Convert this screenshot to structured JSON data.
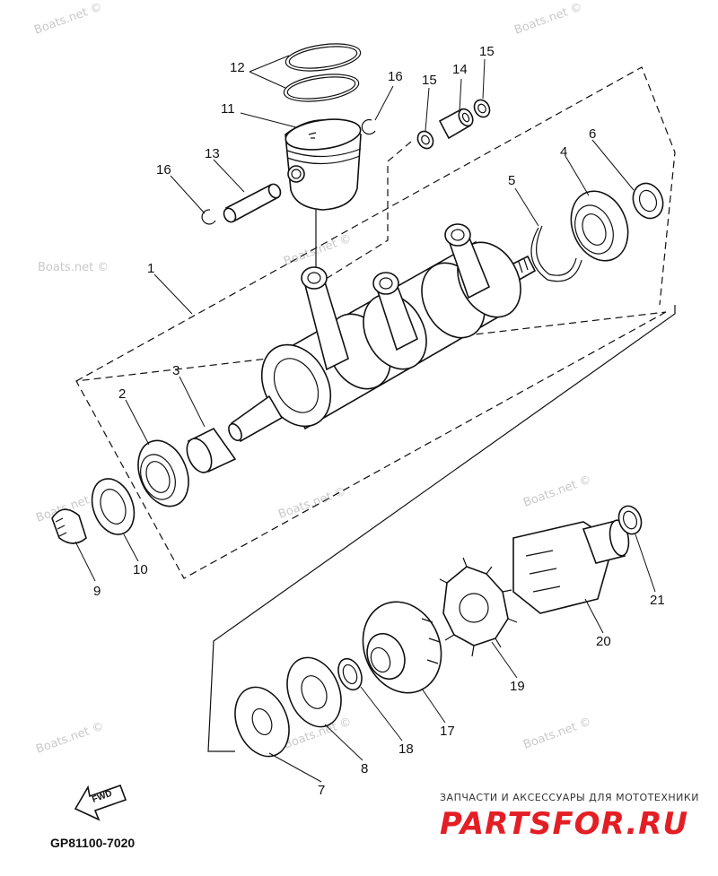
{
  "watermark_text": "Boats.net ©",
  "callouts": {
    "p1": "1",
    "p2": "2",
    "p3": "3",
    "p4": "4",
    "p5": "5",
    "p6": "6",
    "p7": "7",
    "p8": "8",
    "p9": "9",
    "p10": "10",
    "p11": "11",
    "p12": "12",
    "p13": "13",
    "p14": "14",
    "p15a": "15",
    "p15b": "15",
    "p16a": "16",
    "p16b": "16",
    "p17": "17",
    "p18": "18",
    "p19": "19",
    "p20": "20",
    "p21": "21"
  },
  "fwd_label": "FWD",
  "diagram_code": "GP81100-7020",
  "branding": {
    "tagline": "ЗАПЧАСТИ И АКСЕССУАРЫ ДЛЯ МОТОТЕХНИКИ",
    "name": "PARTSFOR.RU",
    "color": "#e31e24"
  }
}
